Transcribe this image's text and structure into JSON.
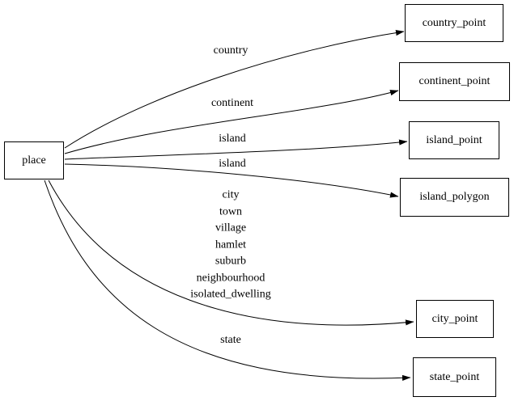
{
  "diagram": {
    "type": "directed-graph",
    "colors": {
      "stroke": "#000000",
      "background": "#ffffff",
      "text": "#000000",
      "node_fill": "#ffffff"
    },
    "nodes": {
      "place": {
        "label": "place",
        "shape": "box"
      },
      "country_point": {
        "label": "country_point",
        "shape": "box"
      },
      "continent_point": {
        "label": "continent_point",
        "shape": "box"
      },
      "island_point": {
        "label": "island_point",
        "shape": "box"
      },
      "island_polygon": {
        "label": "island_polygon",
        "shape": "box"
      },
      "city_point": {
        "label": "city_point",
        "shape": "box"
      },
      "state_point": {
        "label": "state_point",
        "shape": "box"
      }
    },
    "edges": [
      {
        "from": "place",
        "to": "country_point",
        "label": "country"
      },
      {
        "from": "place",
        "to": "continent_point",
        "label": "continent"
      },
      {
        "from": "place",
        "to": "island_point",
        "label": "island"
      },
      {
        "from": "place",
        "to": "island_polygon",
        "label": "island"
      },
      {
        "from": "place",
        "to": "city_point",
        "label": "city\ntown\nvillage\nhamlet\nsuburb\nneighbourhood\nisolated_dwelling"
      },
      {
        "from": "place",
        "to": "state_point",
        "label": "state"
      }
    ]
  }
}
